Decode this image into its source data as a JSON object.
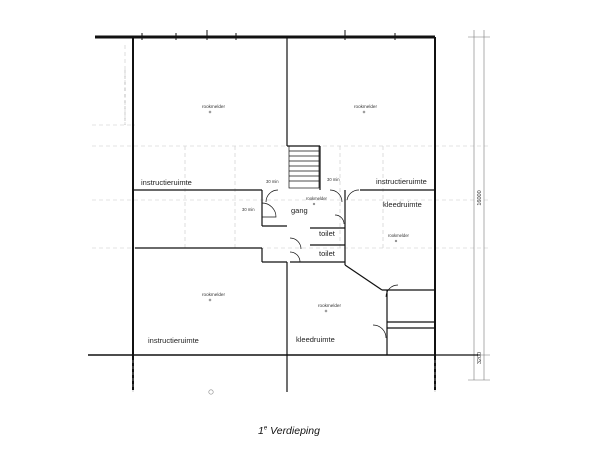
{
  "plan": {
    "rooms": {
      "instructieruimte_1": "instructieruimte",
      "instructieruimte_2": "instructieruimte",
      "instructieruimte_3": "instructieruimte",
      "kleedruimte_1": "kleedruimte",
      "kleedruimte_2": "kleedruimte",
      "gang": "gang",
      "toilet_1": "toilet",
      "toilet_2": "toilet"
    },
    "rookmelder": "rookmelder",
    "fire_rating": "30 min",
    "dimensions": {
      "vertical_main": "16000",
      "vertical_lower": "3200"
    }
  },
  "caption": {
    "level_num": "1",
    "level_sup": "e",
    "level_word": "Verdieping"
  }
}
